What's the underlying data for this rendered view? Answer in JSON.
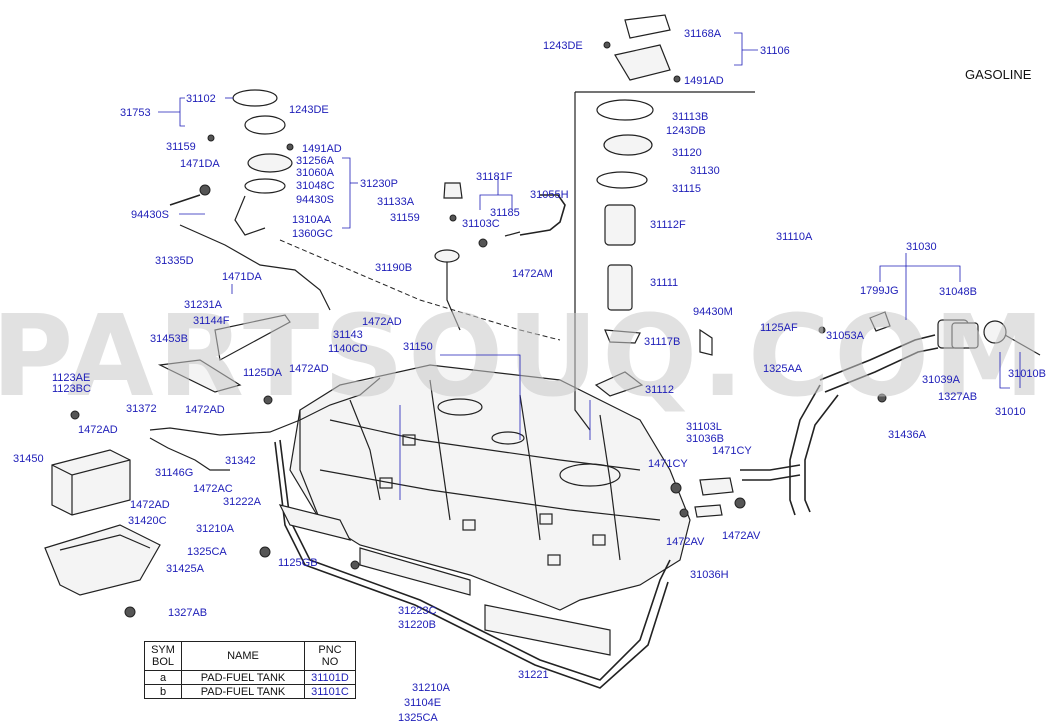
{
  "title": "GASOLINE",
  "watermark": "PARTSOUQ.COM",
  "labels": {
    "l31753": "31753",
    "l31102": "31102",
    "l1243DE_a": "1243DE",
    "l31159_a": "31159",
    "l1471DA_a": "1471DA",
    "l1491AD_a": "1491AD",
    "l31256A": "31256A",
    "l31060A": "31060A",
    "l31048C": "31048C",
    "l94430S_a": "94430S",
    "l1310AA": "1310AA",
    "l1360GC": "1360GC",
    "l31230P": "31230P",
    "l94430S_b": "94430S",
    "l31335D": "31335D",
    "l1471DA_b": "1471DA",
    "l31231A": "31231A",
    "l31144F": "31144F",
    "l31453B": "31453B",
    "l31143": "31143",
    "l1140CD": "1140CD",
    "l1472AD_a": "1472AD",
    "l1472AD_b": "1472AD",
    "l31150": "31150",
    "l1123AE": "1123AE",
    "l1123BC": "1123BC",
    "l1125DA": "1125DA",
    "l31372": "31372",
    "l1472AD_c": "1472AD",
    "l1472AD_d": "1472AD",
    "l31450": "31450",
    "l31146G": "31146G",
    "l31342": "31342",
    "l1472AD_e": "1472AD",
    "l1472AC": "1472AC",
    "l31420C": "31420C",
    "l31222A": "31222A",
    "l31210A_a": "31210A",
    "l1325CA_a": "1325CA",
    "l1125GB": "1125GB",
    "l31425A": "31425A",
    "l1327AB_a": "1327AB",
    "l31223C": "31223C",
    "l31220B": "31220B",
    "l31221": "31221",
    "l31210A_b": "31210A",
    "l31104E": "31104E",
    "l1325CA_b": "1325CA",
    "l1243DE_b": "1243DE",
    "l31168A": "31168A",
    "l31106": "31106",
    "l1491AD_b": "1491AD",
    "l31113B": "31113B",
    "l1243DB": "1243DB",
    "l31120": "31120",
    "l31130": "31130",
    "l31115": "31115",
    "l31112F": "31112F",
    "l31110A": "31110A",
    "l31111": "31111",
    "l31181F": "31181F",
    "l31055H": "31055H",
    "l31133A": "31133A",
    "l31185": "31185",
    "l31159_b": "31159",
    "l31103C": "31103C",
    "l31190B": "31190B",
    "l1472AM": "1472AM",
    "l94430M": "94430M",
    "l31117B": "31117B",
    "l31112": "31112",
    "l31103L": "31103L",
    "l31036B": "31036B",
    "l1471CY_a": "1471CY",
    "l1471CY_b": "1471CY",
    "l1472AV_a": "1472AV",
    "l1472AV_b": "1472AV",
    "l31036H": "31036H",
    "l31030": "31030",
    "l1799JG": "1799JG",
    "l31048B": "31048B",
    "l1125AF": "1125AF",
    "l31053A": "31053A",
    "l1325AA": "1325AA",
    "l31039A": "31039A",
    "l31010B": "31010B",
    "l1327AB_b": "1327AB",
    "l31010": "31010",
    "l31436A": "31436A"
  },
  "legend": {
    "headers": {
      "sym": "SYM BOL",
      "name": "NAME",
      "pnc": "PNC NO"
    },
    "rows": [
      {
        "sym": "a",
        "name": "PAD-FUEL TANK",
        "pnc": "31101D"
      },
      {
        "sym": "b",
        "name": "PAD-FUEL TANK",
        "pnc": "31101C"
      }
    ]
  }
}
